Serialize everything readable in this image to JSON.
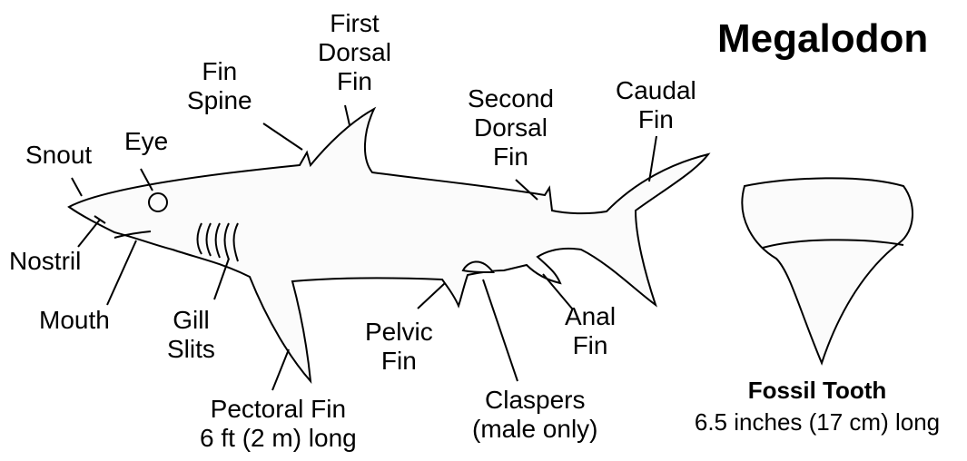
{
  "title": "Megalodon",
  "labels": {
    "snout": "Snout",
    "eye": "Eye",
    "fin_spine": [
      "Fin",
      "Spine"
    ],
    "first_dorsal_fin": [
      "First",
      "Dorsal",
      "Fin"
    ],
    "second_dorsal_fin": [
      "Second",
      "Dorsal",
      "Fin"
    ],
    "caudal_fin": [
      "Caudal",
      "Fin"
    ],
    "nostril": "Nostril",
    "mouth": "Mouth",
    "gill_slits": [
      "Gill",
      "Slits"
    ],
    "pectoral_fin": [
      "Pectoral Fin",
      "6 ft (2 m) long"
    ],
    "pelvic_fin": [
      "Pelvic",
      "Fin"
    ],
    "claspers": [
      "Claspers",
      "(male only)"
    ],
    "anal_fin": [
      "Anal",
      "Fin"
    ]
  },
  "tooth": {
    "title": "Fossil Tooth",
    "size": "6.5 inches (17 cm) long"
  }
}
